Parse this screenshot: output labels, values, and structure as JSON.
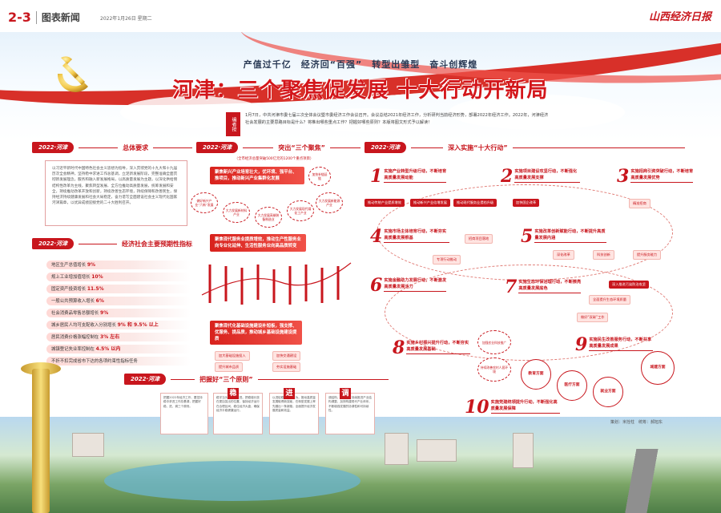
{
  "header": {
    "page_number": "2-3",
    "section": "图表新闻",
    "date_line": "2022年1月26日  星期二",
    "masthead": "山西经济日报"
  },
  "hero": {
    "subtitle": "产值过千亿　经济回“百强”　转型出雏型　奋斗创辉煌",
    "title": "河津：三个聚焦促发展  十大行动开新局"
  },
  "intro": {
    "tag": "编者按",
    "text": "1月7日，中共河津市委七届三次全体会议暨市委经济工作会议召开。会议总结2021年经济工作，分析研判当前经济形势，部署2022年经济工作。2022年，河津经济社会发展的主要思路目标是什么？将推出哪些重点工作？把握好哪些原则？本版将图文形式予以解读！"
  },
  "sections": {
    "brand": "2022·河津",
    "general": "总体要求",
    "general_text": "以习近平新时代中国特色社会主义思想为指导，深入贯彻党的十九大和十九届历次全会精神，坚持稳中求进工作总基调，立足新发展阶段，完整准确全面贯彻新发展理念，服务和融入新发展格局，以高质量发展为主题，以深化供给侧结构性改革为主线，聚焦转型发展、全方位推动高质量发展，统筹发展和安全，持续推动改革开放和创新，持续改善生态环境，持续保障和改善民生，保持经济持续健康发展和社会大局稳定，奋力谱写全面建设社会主义现代化国家河津篇章，以优异成绩迎接党的二十大胜利召开。",
    "indicators": "经济社会主要预期性指标",
    "focus": "突出“三个聚焦”",
    "focus_note": "（全市经济总量突破500亿元的1200个重点项目）",
    "actions": "深入实施“十大行动”",
    "principles": "把握好“三个原则”"
  },
  "indicators": [
    {
      "label": "地区生产总值增长",
      "value": "9%"
    },
    {
      "label": "规上工业增加值增长",
      "value": "10%"
    },
    {
      "label": "固定资产投资增长",
      "value": "11.5%"
    },
    {
      "label": "一般公共预算收入增长",
      "value": "6%"
    },
    {
      "label": "社会消费品零售总额增长",
      "value": "9%"
    },
    {
      "label": "城乡居民人均可支配收入分别增长",
      "value": "9% 和 9.5% 以上"
    },
    {
      "label": "居民消费价格涨幅控制在",
      "value": "3% 左右"
    },
    {
      "label": "城镇登记失业率控制在",
      "value": "4.5% 以内"
    },
    {
      "label": "不折不扣完成省市下达的各项约束性指标任务",
      "value": ""
    }
  ],
  "focus": {
    "card1": "聚焦新兴产业培育壮大，优环境、强平台、推项目，推动新兴产业集群化发展",
    "nodes1": [
      "做好新兴产业“六新”发展",
      "大力发展新材料产业",
      "大力发展高端装备制造业",
      "大力发展新能源产业",
      "大力发展现代煤化工产业",
      "加快补链延链"
    ],
    "card2": "聚焦现代服务业提质增效，推动生产性服务业向专业化延伸、生活性服务业向高品质转变",
    "card3": "聚焦现代化基础设施建设补短板，强支撑、优服务、提品质，推动城乡基础设施建设提质",
    "tags3": [
      "加大基础设施投入",
      "加快交通建设",
      "提升城市品质",
      "夯实设施基础"
    ]
  },
  "actions": [
    {
      "num": "1",
      "text": "实施产业转型升级行动，不断培育高质量发展动能"
    },
    {
      "num": "2",
      "text": "实施项目建设攻坚行动，不断强化高质量发展支撑"
    },
    {
      "num": "3",
      "text": "实施招商引资突破行动，不断培育高质量发展优势"
    },
    {
      "num": "4",
      "text": "实施市场主体培育行动，不断夯实高质量发展根基"
    },
    {
      "num": "5",
      "text": "实施改革创新赋能行动，不断提升高质量发展内涵"
    },
    {
      "num": "6",
      "text": "实施金融助力发展行动，不断激发高质量发展活力"
    },
    {
      "num": "7",
      "text": "实施生态环保治理行动，不断擦亮高质量发展底色"
    },
    {
      "num": "8",
      "text": "实施乡村振兴提升行动，不断夯实高质量发展基础"
    },
    {
      "num": "9",
      "text": "实施民生改善服务行动，不断共享高质量发展成果"
    },
    {
      "num": "10",
      "text": "实施党建统领提升行动，不断强化高质量发展保障"
    }
  ],
  "action_tags": [
    "推动传统产业提质增效",
    "推动新兴产业倍增发展",
    "推动现代服务业提档升级",
    "加快国企改革",
    "精准招商",
    "招商项目落地",
    "专项行动推动",
    "深化改革",
    "科技创新",
    "提升服务能力",
    "深入推进污染防治攻坚",
    "全面提升生态环境质量",
    "做好“双碳”工作",
    "加强农业科技推广",
    "持续改善农村人居环境"
  ],
  "circles": [
    "教育方面",
    "医疗方面",
    "就业方面",
    "城建方面"
  ],
  "principles": [
    {
      "char": "稳",
      "text": "稳字当头，稳中求进。把稳增长放在更加突出的位置，保持经济运行在合理区间，稳住经济大盘，确保经济平稳健康运行。"
    },
    {
      "char": "进",
      "text": "以进促稳，进中有为。推动高质量发展取得新突破，在转型发展上率先蹚出一条新路，全面提升经济发展质量和效益。"
    },
    {
      "char": "调",
      "text": "调结构、优布局。持续推进产业结构调整，加快构建现代产业体系，不断增强发展的协调性和可持续性。"
    }
  ],
  "principles_lead": "把握2022年经济工作，要坚持稳中求进工作总基调，把握好稳、进、调三个原则。",
  "credits": "策划：米拴柱　统筹：郝旭东"
}
